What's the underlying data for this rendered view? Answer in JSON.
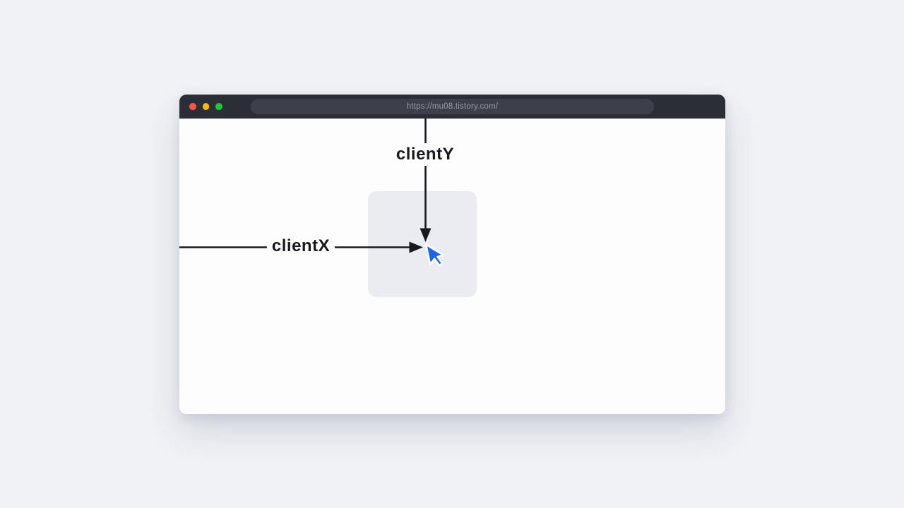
{
  "window": {
    "url": "https://mu08.tistory.com/",
    "controls": {
      "close_color": "#f4544c",
      "minimize_color": "#f7bb0f",
      "maximize_color": "#21c439"
    }
  },
  "diagram": {
    "client_x_label": "clientX",
    "client_y_label": "clientY",
    "line_color": "#17191e",
    "cursor_color": "#1c63f0",
    "target_box_color": "#eaecf1"
  },
  "colors": {
    "page_background": "#f0f2f6",
    "titlebar": "#2b2d37",
    "url_pill": "#3d404b",
    "content_background": "#fdfdfe"
  }
}
